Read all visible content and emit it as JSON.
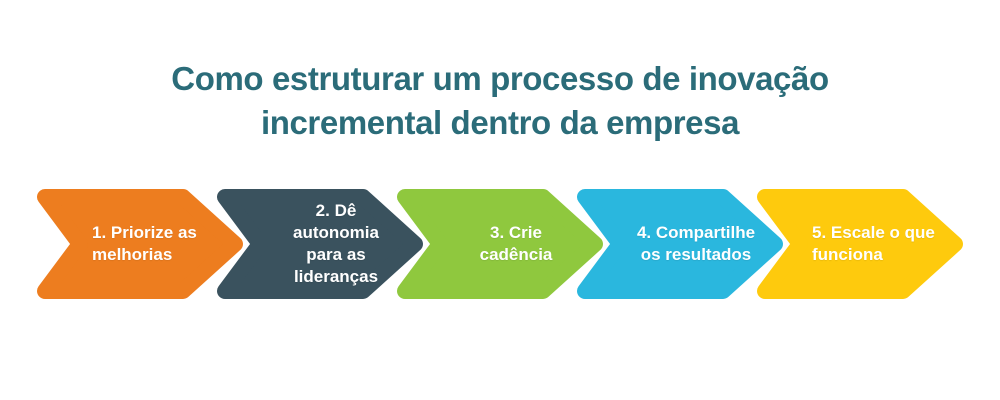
{
  "title": {
    "text": "Como estruturar um processo de inovação\nincremental dentro da empresa",
    "color": "#2B6C79"
  },
  "steps": [
    {
      "label": "1. Priorize as\nmelhorias",
      "color": "#ED7D1F",
      "text_color": "#FFFFFF",
      "align": "left"
    },
    {
      "label": "2. Dê autonomia\npara as\nlideranças",
      "color": "#3A525E",
      "text_color": "#FFFFFF",
      "align": "center"
    },
    {
      "label": "3. Crie cadência",
      "color": "#8FC83E",
      "text_color": "#FFFFFF",
      "align": "center"
    },
    {
      "label": "4. Compartilhe\nos resultados",
      "color": "#2AB7DE",
      "text_color": "#FFFFFF",
      "align": "center"
    },
    {
      "label": "5. Escale o que\nfunciona",
      "color": "#FECA0D",
      "text_color": "#FFFFFF",
      "align": "left"
    }
  ],
  "background_color": "#FFFFFF"
}
